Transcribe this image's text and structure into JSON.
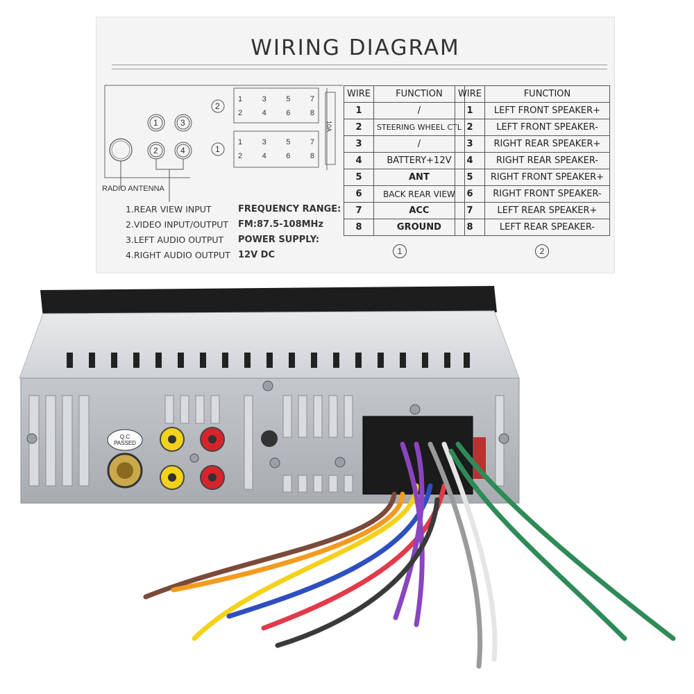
{
  "sheet": {
    "title": "WIRING DIAGRAM",
    "antenna_label": "RADIO ANTENNA",
    "jacks": [
      "1",
      "3",
      "2",
      "4"
    ],
    "jack_list": [
      "1.REAR VIEW INPUT",
      "2.VIDEO INPUT/OUTPUT",
      "3.LEFT AUDIO OUTPUT",
      "4.RIGHT AUDIO OUTPUT"
    ],
    "specs": [
      "FREQUENCY RANGE:",
      "FM:87.5-108MHz",
      "POWER SUPPLY:",
      "12V DC"
    ],
    "connector": {
      "label_top": "2",
      "label_bottom": "1",
      "pins_row_a": [
        "1",
        "3",
        "5",
        "7"
      ],
      "pins_row_b": [
        "2",
        "4",
        "6",
        "8"
      ],
      "fuse": "10A"
    },
    "table1": {
      "headers": [
        "WIRE",
        "FUNCTION"
      ],
      "rows": [
        [
          "1",
          "/"
        ],
        [
          "2",
          "STEERING WHEEL CTL"
        ],
        [
          "3",
          "/"
        ],
        [
          "4",
          "BATTERY+12V"
        ],
        [
          "5",
          "ANT"
        ],
        [
          "6",
          "BACK REAR VIEW"
        ],
        [
          "7",
          "ACC"
        ],
        [
          "8",
          "GROUND"
        ]
      ],
      "caption": "1"
    },
    "table2": {
      "headers": [
        "WIRE",
        "FUNCTION"
      ],
      "rows": [
        [
          "1",
          "LEFT FRONT SPEAKER+"
        ],
        [
          "2",
          "LEFT FRONT SPEAKER-"
        ],
        [
          "3",
          "RIGHT REAR SPEAKER+"
        ],
        [
          "4",
          "RIGHT REAR SPEAKER-"
        ],
        [
          "5",
          "RIGHT FRONT SPEAKER+"
        ],
        [
          "6",
          "RIGHT FRONT SPEAKER-"
        ],
        [
          "7",
          "LEFT REAR SPEAKER+"
        ],
        [
          "8",
          "LEFT REAR SPEAKER-"
        ]
      ],
      "caption": "2"
    }
  },
  "unit": {
    "qc_label": [
      "Q.C",
      "PASSED"
    ],
    "rca_colors": [
      "#f2d21a",
      "#d8232a",
      "#f2d21a",
      "#d8232a"
    ],
    "wire_colors": [
      "#7a4a3a",
      "#f39b1f",
      "#f4d21c",
      "#2f4fbf",
      "#e23a4b",
      "#8a45c0",
      "#3a3a3a",
      "#9a9a9a",
      "#ffffff",
      "#2e8b57"
    ]
  }
}
